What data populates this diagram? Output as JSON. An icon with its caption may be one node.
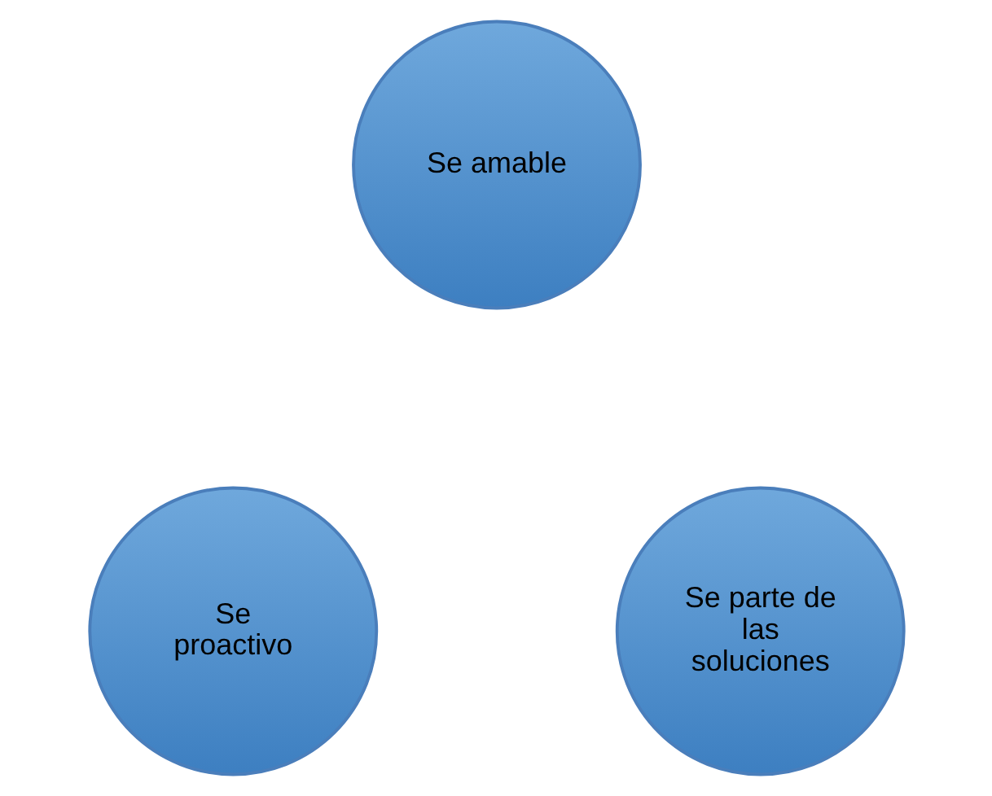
{
  "diagram": {
    "nodes": [
      {
        "text": [
          "Se amable"
        ]
      },
      {
        "text": [
          "Se proactivo"
        ]
      },
      {
        "text": [
          "Se parte de las soluciones"
        ]
      }
    ],
    "edges": []
  }
}
